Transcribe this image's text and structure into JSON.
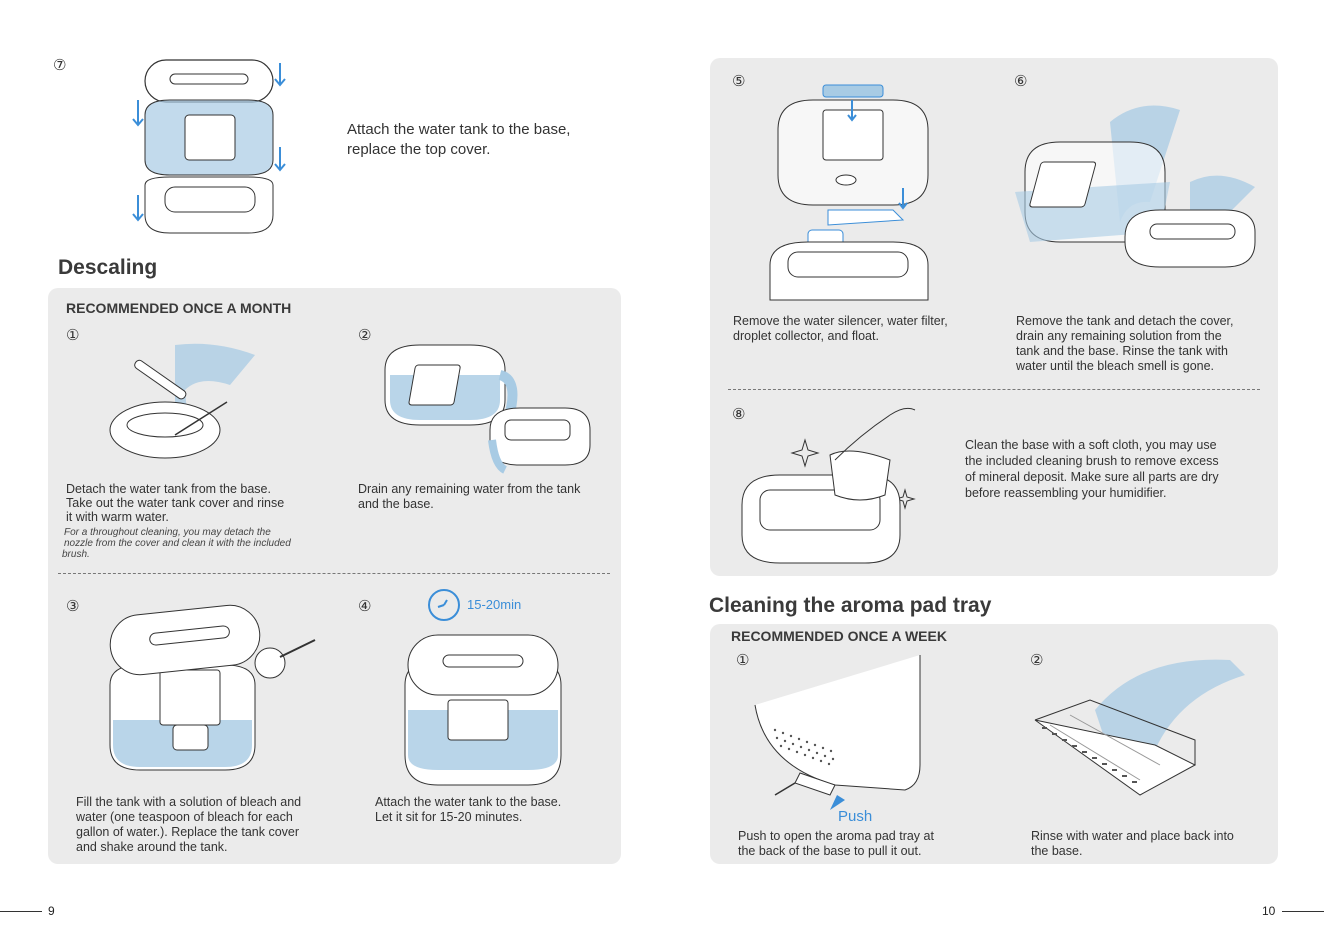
{
  "left_page": {
    "step7": {
      "number": "⑦",
      "text_line1": "Attach the water tank to the base,",
      "text_line2": "replace the top cover."
    },
    "descaling": {
      "title": "Descaling",
      "frequency": "RECOMMENDED ONCE A MONTH",
      "steps": [
        {
          "number": "①",
          "lines": [
            "Detach the water tank from the base.",
            "Take out the water tank cover and rinse",
            "it with warm water."
          ],
          "note_lines": [
            "For a throughout cleaning, you may detach the",
            "nozzle from the cover and clean it with the included",
            "brush."
          ]
        },
        {
          "number": "②",
          "lines": [
            "Drain any remaining water from the tank",
            "and the base."
          ]
        },
        {
          "number": "③",
          "lines": [
            "Fill the tank with a solution of bleach and",
            "water (one teaspoon of bleach for each",
            "gallon of water.). Replace the tank cover",
            "and shake around the tank."
          ]
        },
        {
          "number": "④",
          "timer": "15-20min",
          "lines": [
            "Attach the water tank to the base.",
            "Let it sit for 15-20 minutes."
          ]
        }
      ]
    },
    "page_number": "9"
  },
  "right_page": {
    "upper_steps": [
      {
        "number": "⑤",
        "lines": [
          "Remove the water silencer, water filter,",
          "droplet collector, and float."
        ]
      },
      {
        "number": "⑥",
        "lines": [
          "Remove the tank and detach the cover,",
          "drain any remaining solution from the",
          "tank and the base. Rinse the tank with",
          "water until the bleach smell is gone."
        ]
      },
      {
        "number": "⑧",
        "lines": [
          "Clean the base with a soft cloth, you may use",
          "the included cleaning brush to remove excess",
          "of mineral deposit. Make sure all parts are dry",
          "before reassembling your humidifier."
        ]
      }
    ],
    "aroma": {
      "title": "Cleaning the aroma pad tray",
      "frequency": "RECOMMENDED ONCE A WEEK",
      "steps": [
        {
          "number": "①",
          "push_label": "Push",
          "lines": [
            "Push to open the aroma pad tray at",
            "the back of the base to pull it out."
          ]
        },
        {
          "number": "②",
          "lines": [
            "Rinse with water and place back into",
            "the base."
          ]
        }
      ]
    },
    "page_number": "10"
  },
  "colors": {
    "panel": "#ebebeb",
    "water": "#a8cbe4",
    "accent": "#3b8ed8",
    "text": "#333333"
  }
}
